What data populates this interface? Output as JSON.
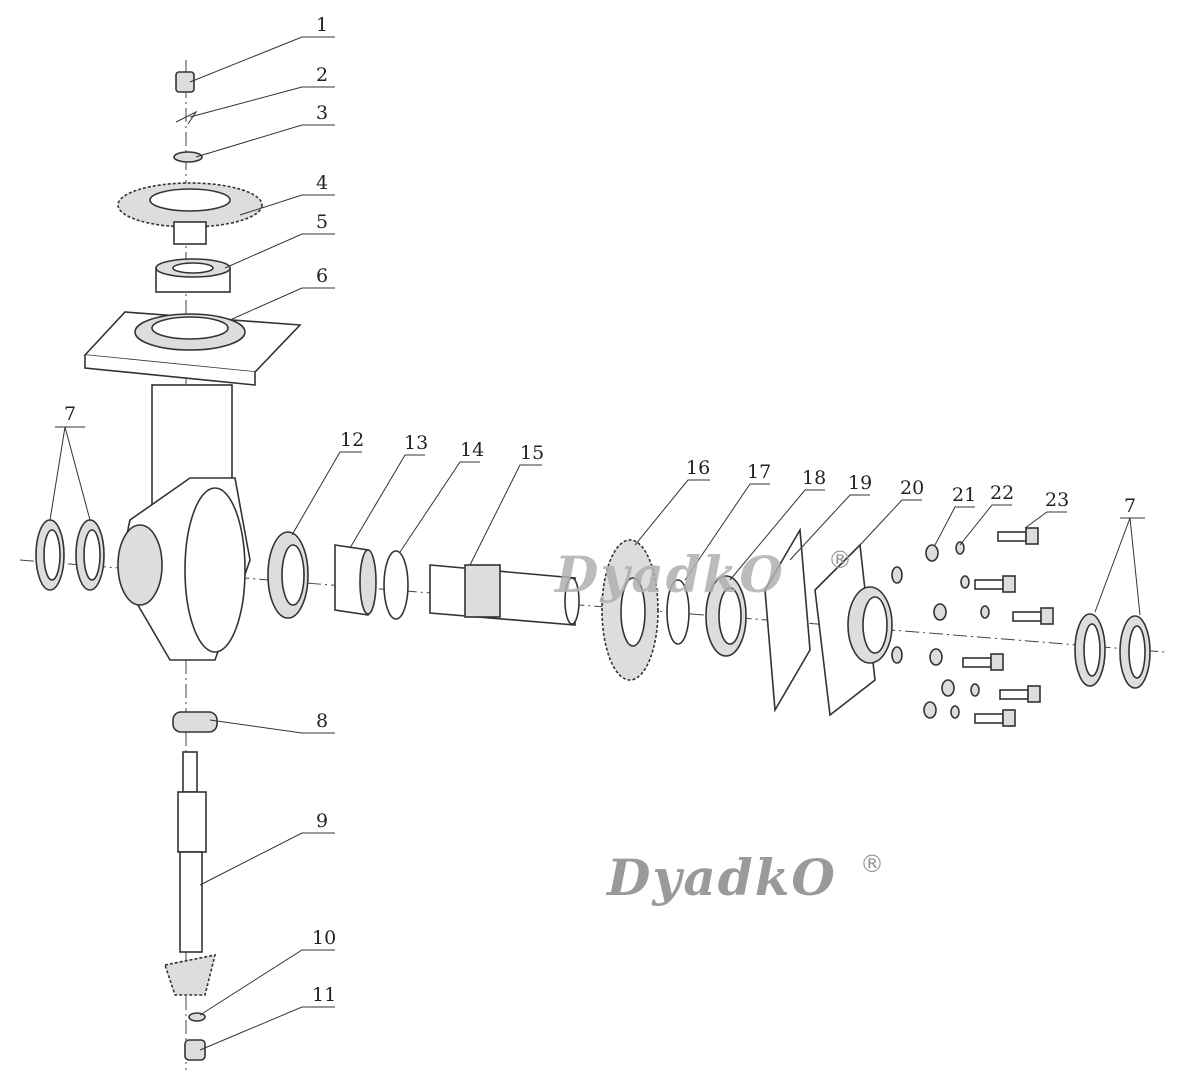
{
  "diagram": {
    "title": "Gearbox exploded view",
    "labels": {
      "p1": "1",
      "p2": "2",
      "p3": "3",
      "p4": "4",
      "p5": "5",
      "p6": "6",
      "p7a": "7",
      "p7b": "7",
      "p8": "8",
      "p9": "9",
      "p10": "10",
      "p11": "11",
      "p12": "12",
      "p13": "13",
      "p14": "14",
      "p15": "15",
      "p16": "16",
      "p17": "17",
      "p18": "18",
      "p19": "19",
      "p20": "20",
      "p21": "21",
      "p22": "22",
      "p23": "23"
    },
    "watermark": {
      "text": "DyadkO",
      "mark": "®"
    }
  }
}
